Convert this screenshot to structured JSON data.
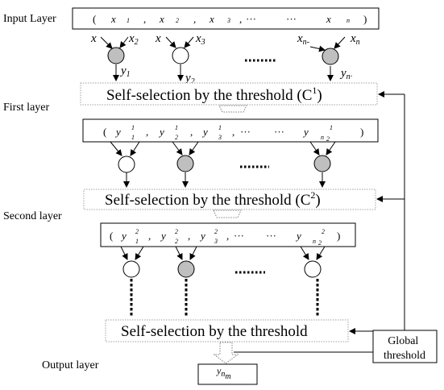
{
  "layers": {
    "input": "Input Layer",
    "first": "First layer",
    "second": "Second layer",
    "output": "Output layer"
  },
  "selection": {
    "s1_text": "Self-selection by the threshold (C",
    "s1_sup": "1",
    "s1_close": ")",
    "s2_text": "Self-selection by the threshold (C",
    "s2_sup": "2",
    "s2_close": ")",
    "s3_text": "Self-selection by the threshold"
  },
  "global": {
    "line1": "Global",
    "line2": "threshold"
  },
  "input_vector": {
    "open": "(",
    "x": "x",
    "sub1": "1",
    "sub2": "2",
    "sub3": "3",
    "sep": ",",
    "ell1": "···",
    "ell2": "···",
    "subn": "n",
    "close": ")"
  },
  "first_vector": {
    "open": "(",
    "y": "y",
    "sup": "1",
    "sub1": "1",
    "sub2": "2",
    "sub3": "3",
    "subn": "n",
    "subn_sub": "2",
    "sep": ",",
    "ell1": "···",
    "ell2": "···",
    "close": ")"
  },
  "second_vector": {
    "open": "(",
    "y": "y",
    "sup": "2",
    "sub1": "1",
    "sub2": "2",
    "sub3": "3",
    "subn": "n",
    "subn_sub": "2",
    "sep": ",",
    "ell1": "···",
    "ell2": "···",
    "close": ")"
  },
  "input_wires": {
    "x": "x",
    "x2": "x",
    "x2_sub": "2",
    "x_b": "x",
    "x3": "x",
    "x3_sub": "3",
    "xn1": "x",
    "xn1_sub": "n-",
    "xn": "x",
    "xn_sub": "n",
    "y": "y",
    "y1_sub": "1",
    "y2_sub": "2",
    "yn_sub": "n",
    "yn_dot": "·"
  },
  "output": {
    "y": "y",
    "sub": "n",
    "subsub": "m"
  },
  "colors": {
    "gray_node": "#bfbfbf",
    "dashed": "#a0a0a0"
  }
}
